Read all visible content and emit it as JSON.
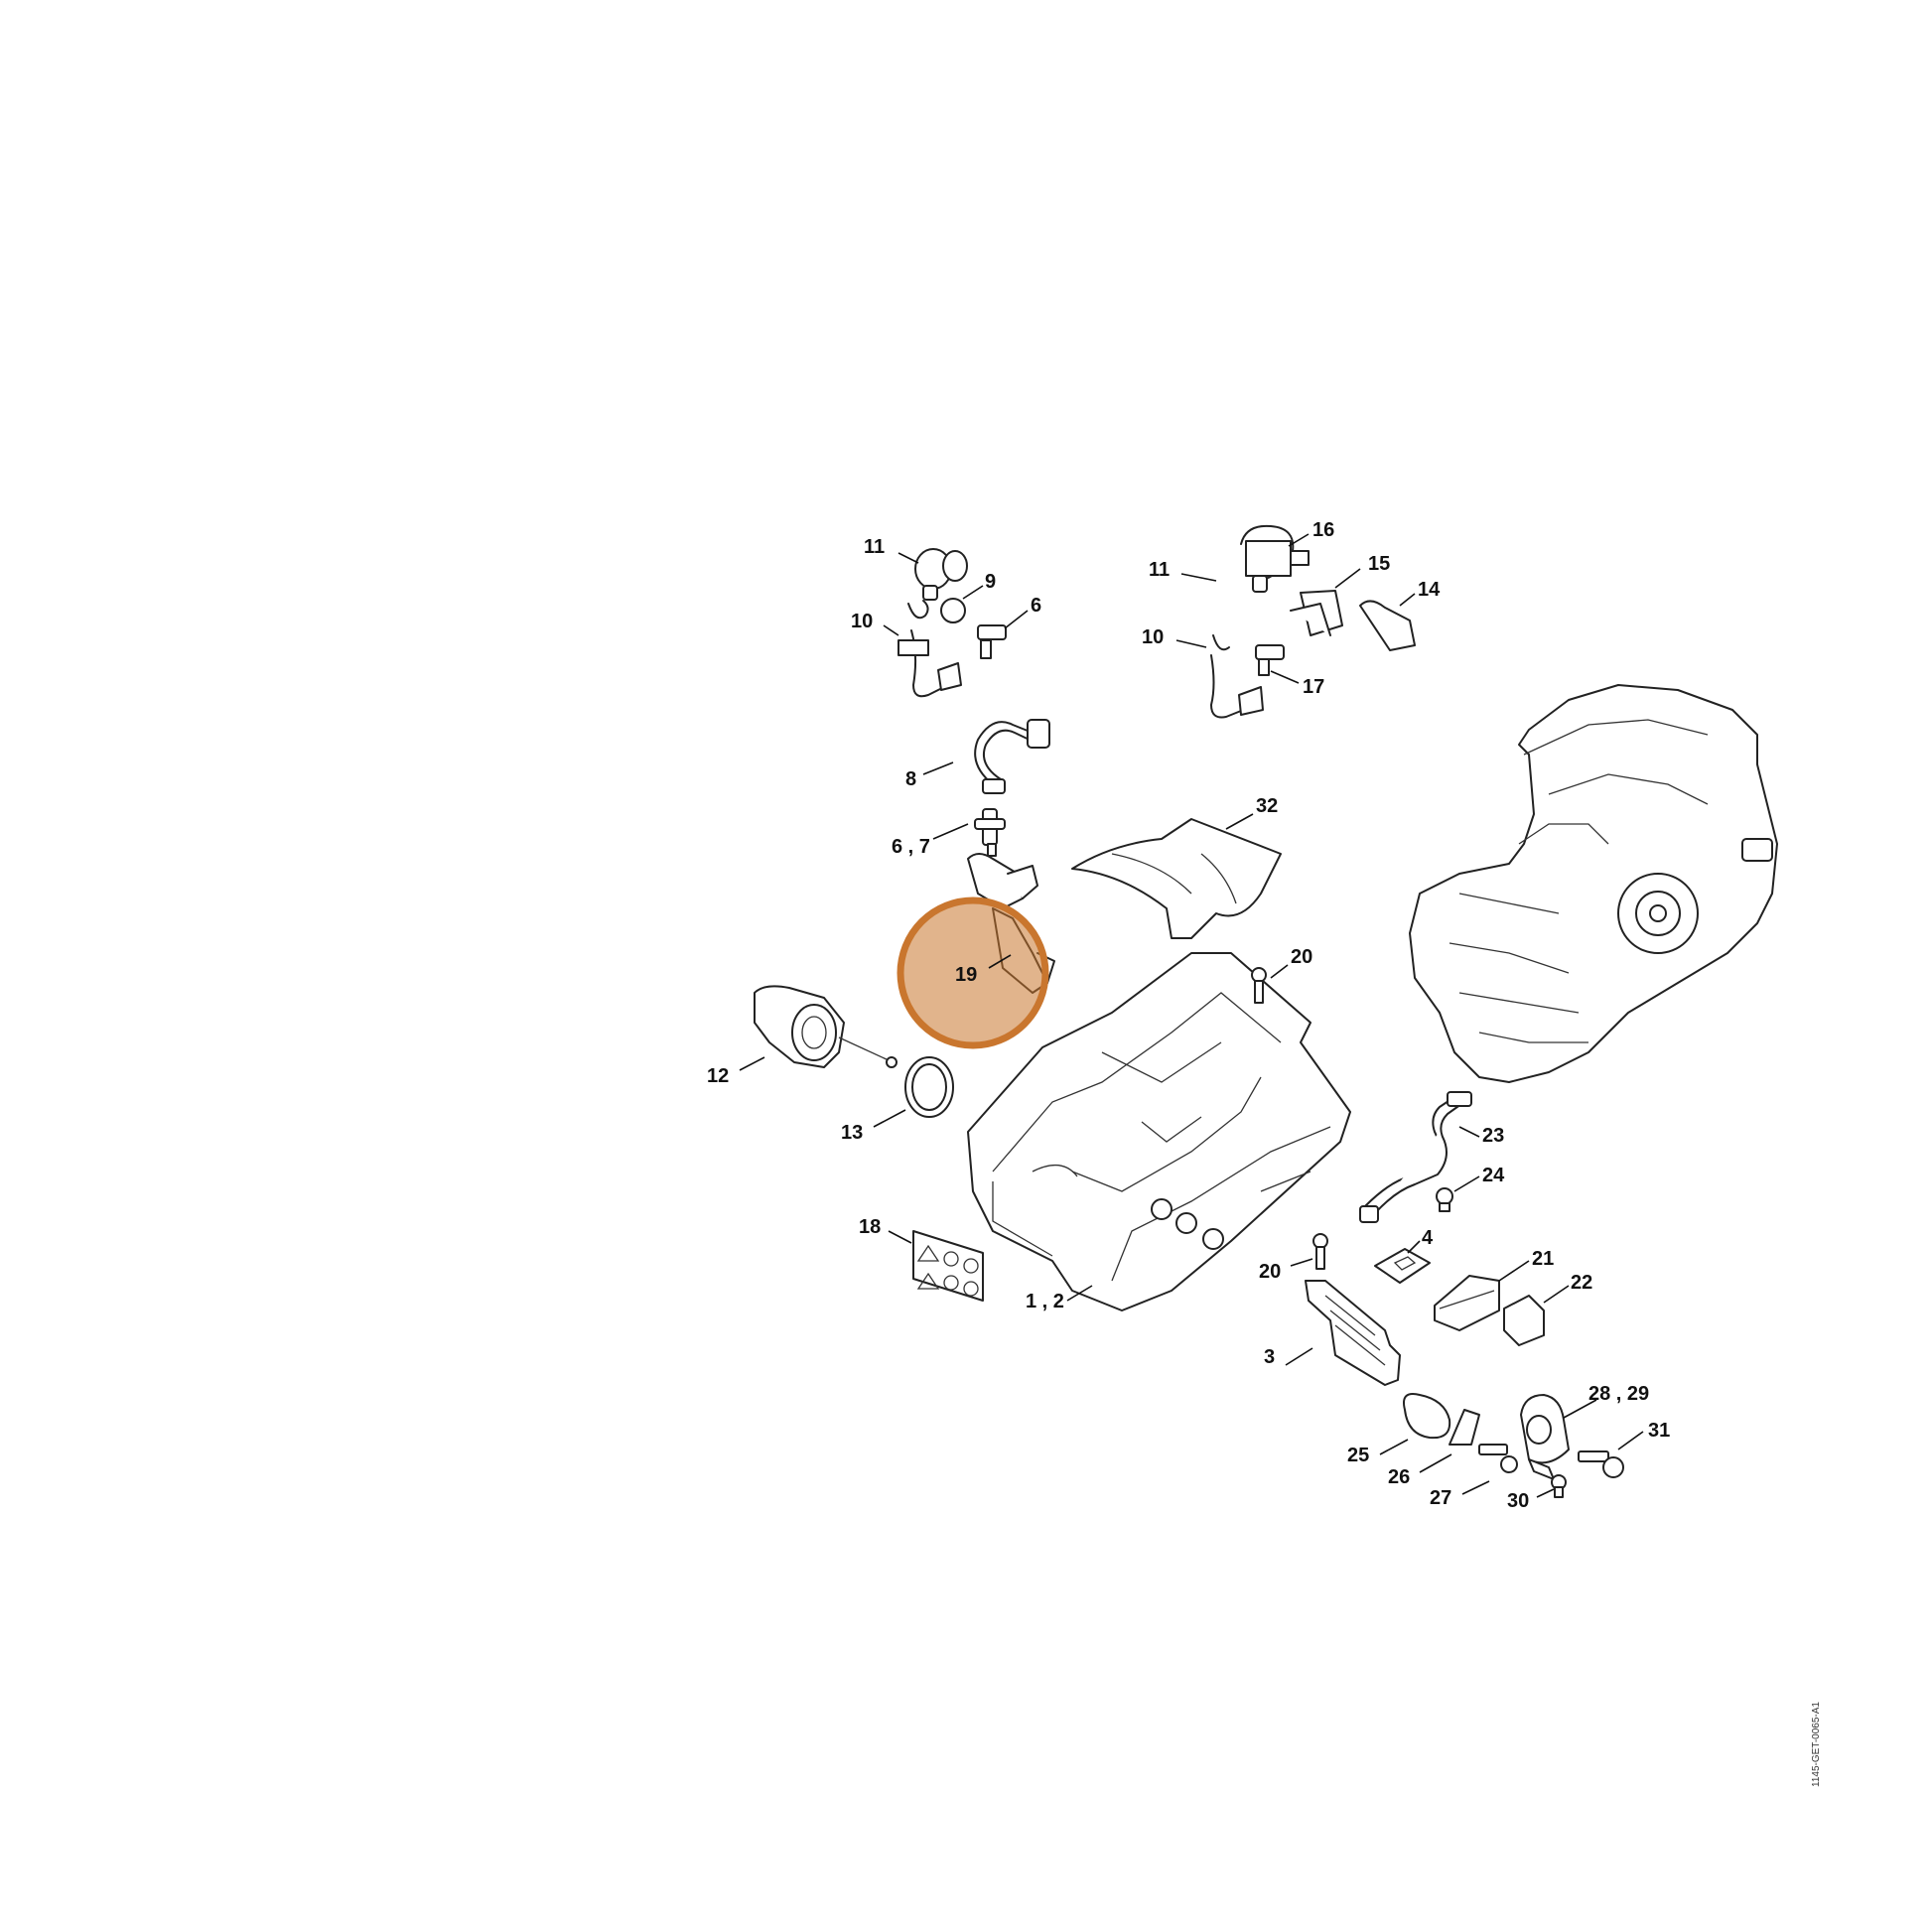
{
  "diagram": {
    "document_code": "1145-GET-0065-A1",
    "highlight": {
      "label": "19",
      "color": "#c9762e"
    },
    "callouts": [
      {
        "id": "c11a",
        "label": "11"
      },
      {
        "id": "c9",
        "label": "9"
      },
      {
        "id": "c10a",
        "label": "10"
      },
      {
        "id": "c6a",
        "label": "6"
      },
      {
        "id": "c16",
        "label": "16"
      },
      {
        "id": "c11b",
        "label": "11"
      },
      {
        "id": "c15",
        "label": "15"
      },
      {
        "id": "c14",
        "label": "14"
      },
      {
        "id": "c10b",
        "label": "10"
      },
      {
        "id": "c17",
        "label": "17"
      },
      {
        "id": "c8",
        "label": "8"
      },
      {
        "id": "c32",
        "label": "32"
      },
      {
        "id": "c67",
        "label": "6 , 7"
      },
      {
        "id": "c20a",
        "label": "20"
      },
      {
        "id": "c12",
        "label": "12"
      },
      {
        "id": "c13",
        "label": "13"
      },
      {
        "id": "c23",
        "label": "23"
      },
      {
        "id": "c24",
        "label": "24"
      },
      {
        "id": "c18",
        "label": "18"
      },
      {
        "id": "c4",
        "label": "4"
      },
      {
        "id": "c21",
        "label": "21"
      },
      {
        "id": "c20b",
        "label": "20"
      },
      {
        "id": "c22",
        "label": "22"
      },
      {
        "id": "c12b",
        "label": "1 , 2"
      },
      {
        "id": "c3",
        "label": "3"
      },
      {
        "id": "c2829",
        "label": "28 , 29"
      },
      {
        "id": "c31",
        "label": "31"
      },
      {
        "id": "c25",
        "label": "25"
      },
      {
        "id": "c26",
        "label": "26"
      },
      {
        "id": "c27",
        "label": "27"
      },
      {
        "id": "c30",
        "label": "30"
      }
    ]
  }
}
